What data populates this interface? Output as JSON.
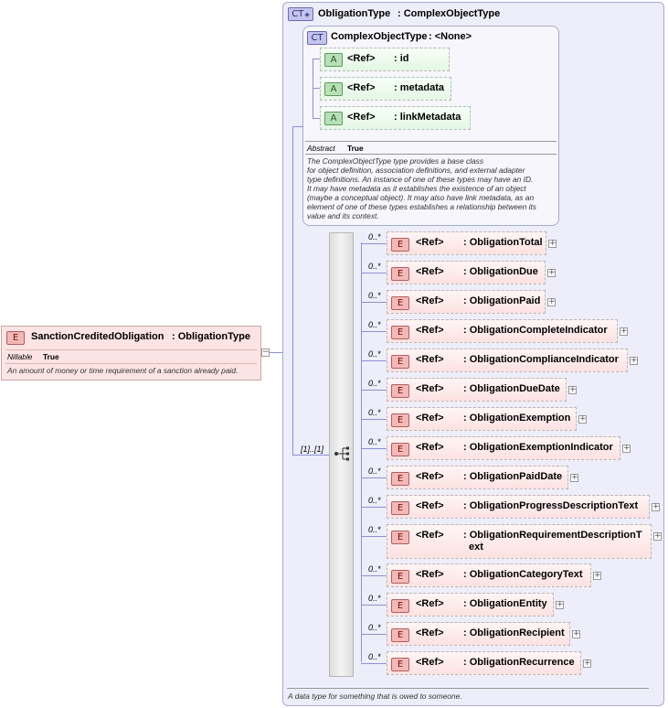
{
  "root": {
    "badge": "E",
    "ref": "SanctionCreditedObligation",
    "type": ": ObligationType",
    "nillable_key": "Nillable",
    "nillable_value": "True",
    "doc": "An amount of money or time requirement of a sanction already paid."
  },
  "obligation_type": {
    "badge": "CT",
    "name": "ObligationType",
    "base": ": ComplexObjectType",
    "doc": "A data type for something that is owed to someone."
  },
  "complex_object": {
    "badge": "CT",
    "name": "ComplexObjectType",
    "base": ": <None>",
    "abstract_key": "Abstract",
    "abstract_value": "True",
    "doc_lines": [
      "The ComplexObjectType type provides a base class",
      "for object definition, association definitions, and external adapter",
      "type definitions. An instance of one of these types may have an ID.",
      "It may have metadata as it establishes the existence of an object",
      "(maybe a conceptual object). It may also have link metadata, as an",
      "element of one of these types establishes a relationship between its",
      "value and its context."
    ],
    "attributes": [
      {
        "badge": "A",
        "ref": "<Ref>",
        "name": ": id"
      },
      {
        "badge": "A",
        "ref": "<Ref>",
        "name": ": metadata"
      },
      {
        "badge": "A",
        "ref": "<Ref>",
        "name": ": linkMetadata"
      }
    ]
  },
  "sequence": {
    "occurrence": "[1]..[1]",
    "elements": [
      {
        "occ": "0..*",
        "badge": "E",
        "ref": "<Ref>",
        "name": ": ObligationTotal"
      },
      {
        "occ": "0..*",
        "badge": "E",
        "ref": "<Ref>",
        "name": ": ObligationDue"
      },
      {
        "occ": "0..*",
        "badge": "E",
        "ref": "<Ref>",
        "name": ": ObligationPaid"
      },
      {
        "occ": "0..*",
        "badge": "E",
        "ref": "<Ref>",
        "name": ": ObligationCompleteIndicator"
      },
      {
        "occ": "0..*",
        "badge": "E",
        "ref": "<Ref>",
        "name": ": ObligationComplianceIndicator"
      },
      {
        "occ": "0..*",
        "badge": "E",
        "ref": "<Ref>",
        "name": ": ObligationDueDate"
      },
      {
        "occ": "0..*",
        "badge": "E",
        "ref": "<Ref>",
        "name": ": ObligationExemption"
      },
      {
        "occ": "0..*",
        "badge": "E",
        "ref": "<Ref>",
        "name": ": ObligationExemptionIndicator"
      },
      {
        "occ": "0..*",
        "badge": "E",
        "ref": "<Ref>",
        "name": ": ObligationPaidDate"
      },
      {
        "occ": "0..*",
        "badge": "E",
        "ref": "<Ref>",
        "name": ": ObligationProgressDescriptionText"
      },
      {
        "occ": "0..*",
        "badge": "E",
        "ref": "<Ref>",
        "name": ": ObligationRequirementDescriptionT",
        "name2": "ext"
      },
      {
        "occ": "0..*",
        "badge": "E",
        "ref": "<Ref>",
        "name": ": ObligationCategoryText"
      },
      {
        "occ": "0..*",
        "badge": "E",
        "ref": "<Ref>",
        "name": ": ObligationEntity"
      },
      {
        "occ": "0..*",
        "badge": "E",
        "ref": "<Ref>",
        "name": ": ObligationRecipient"
      },
      {
        "occ": "0..*",
        "badge": "E",
        "ref": "<Ref>",
        "name": ": ObligationRecurrence"
      }
    ]
  },
  "colors": {
    "element_fill": "#fde1e1",
    "attribute_fill": "#e4f7e4",
    "complex_type_fill": "#eeeefa",
    "connector": "#8f8fd0"
  }
}
